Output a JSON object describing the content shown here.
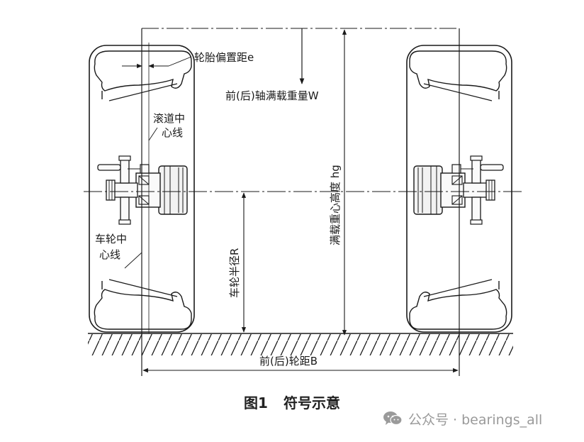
{
  "diagram": {
    "labels": {
      "tire_offset": "轮胎偏置距e",
      "axle_load": "前(后)轴满载重量W",
      "track_center_line_1": "滚道中",
      "track_center_line_2": "心线",
      "cg_height": "满载重心高度 hg",
      "wheel_center_line_1": "车轮中",
      "wheel_center_line_2": "心线",
      "wheel_radius": "车轮半径R",
      "track_width": "前(后)轮距B"
    }
  },
  "caption": {
    "figure_number": "图1",
    "title": "符号示意"
  },
  "watermark": {
    "icon": "wechat-icon",
    "text": "公众号 · bearings_all"
  },
  "colors": {
    "line": "#1a1a1a",
    "caption": "#222222",
    "watermark": "#9a9a9a"
  }
}
